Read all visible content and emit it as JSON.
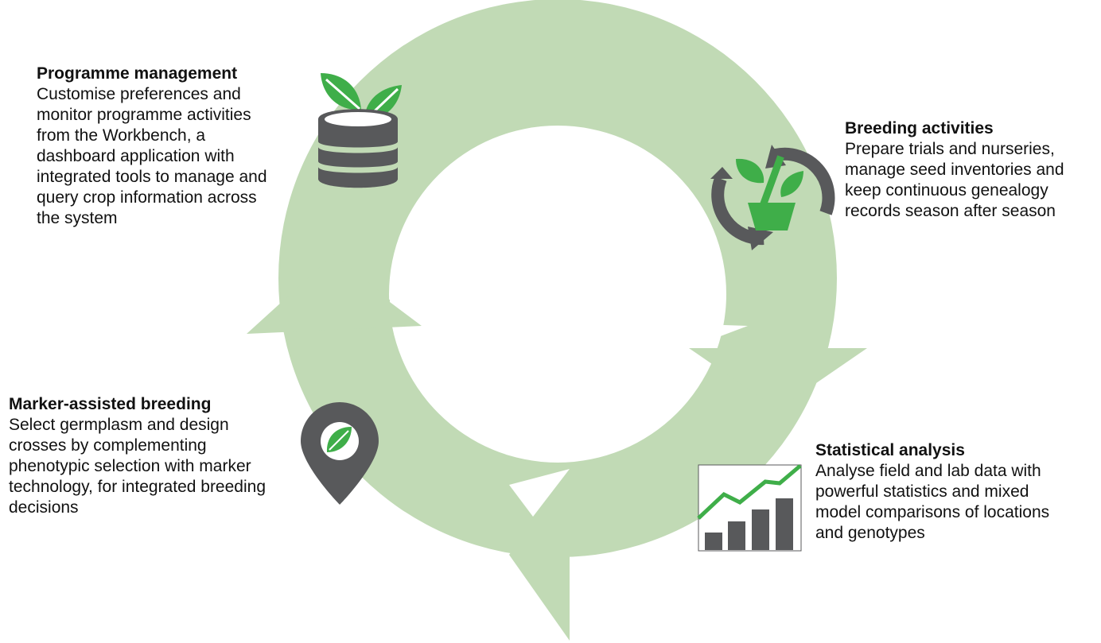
{
  "colors": {
    "ring": "#c1dab5",
    "green": "#3fae49",
    "dark_gray": "#58595b"
  },
  "icons": {
    "programme": "database-with-leaves-icon",
    "breeding": "plant-pot-recycle-icon",
    "marker": "map-pin-leaf-icon",
    "stats": "bar-chart-trend-icon"
  },
  "sections": {
    "programme": {
      "title": "Programme management",
      "lines": [
        "Customise preferences and",
        "monitor programme activities",
        "from the Workbench, a",
        "dashboard application with",
        "integrated tools to manage and",
        "query crop information across",
        "the system"
      ]
    },
    "breeding": {
      "title": "Breeding activities",
      "lines": [
        "Prepare trials and nurseries,",
        "manage seed inventories and",
        "keep continuous genealogy",
        "records season after season"
      ]
    },
    "marker": {
      "title": "Marker-assisted breeding",
      "lines": [
        "Select germplasm and design",
        "crosses by complementing",
        "phenotypic selection with marker",
        "technology, for integrated breeding",
        "decisions"
      ]
    },
    "stats": {
      "title": "Statistical analysis",
      "lines": [
        "Analyse field and lab data with",
        "powerful statistics and mixed",
        "model comparisons of locations",
        "and genotypes"
      ]
    }
  }
}
